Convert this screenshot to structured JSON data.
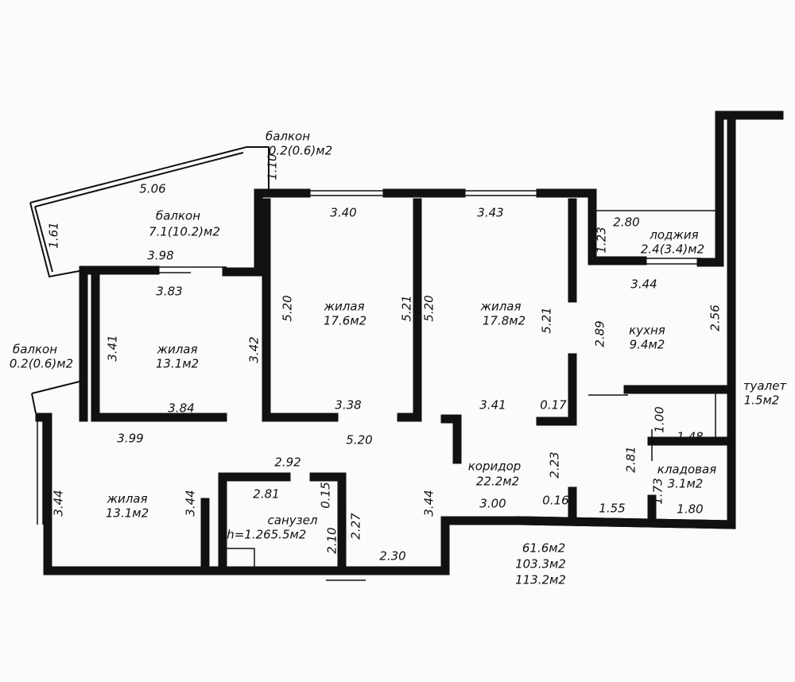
{
  "rooms": {
    "balcony_top": {
      "name": "балкон",
      "area": "0.2(0.6)м2"
    },
    "balcony_big": {
      "name": "балкон",
      "area": "7.1(10.2)м2"
    },
    "balcony_left": {
      "name": "балкон",
      "area": "0.2(0.6)м2"
    },
    "loggia": {
      "name": "лоджия",
      "area": "2.4(3.4)м2"
    },
    "living_1": {
      "name": "жилая",
      "area": "17.6м2"
    },
    "living_2": {
      "name": "жилая",
      "area": "17.8м2"
    },
    "living_3": {
      "name": "жилая",
      "area": "13.1м2"
    },
    "living_4": {
      "name": "жилая",
      "area": "13.1м2"
    },
    "kitchen": {
      "name": "кухня",
      "area": "9.4м2"
    },
    "toilet": {
      "name": "туалет",
      "area": "1.5м2"
    },
    "storage": {
      "name": "кладовая",
      "area": "3.1м2"
    },
    "corridor": {
      "name": "коридор",
      "area": "22.2м2"
    },
    "bathroom": {
      "name": "санузел",
      "area": "5.5м2",
      "height": "h=1.26"
    }
  },
  "dimensions": [
    "1.10",
    "5.06",
    "1.61",
    "3.98",
    "3.83",
    "3.40",
    "3.43",
    "2.80",
    "1.23",
    "3.44",
    "5.20",
    "5.21",
    "5.20",
    "5.21",
    "2.89",
    "2.56",
    "3.41",
    "3.42",
    "3.84",
    "3.38",
    "3.41",
    "0.17",
    "1.00",
    "1.48",
    "3.99",
    "5.20",
    "2.92",
    "2.23",
    "2.81",
    "3.44",
    "3.44",
    "2.81",
    "0.15",
    "3.44",
    "3.00",
    "0.16",
    "1.55",
    "1.73",
    "1.80",
    "2.10",
    "2.27",
    "2.30"
  ],
  "totals": [
    "61.6м2",
    "103.3м2",
    "113.2м2"
  ]
}
